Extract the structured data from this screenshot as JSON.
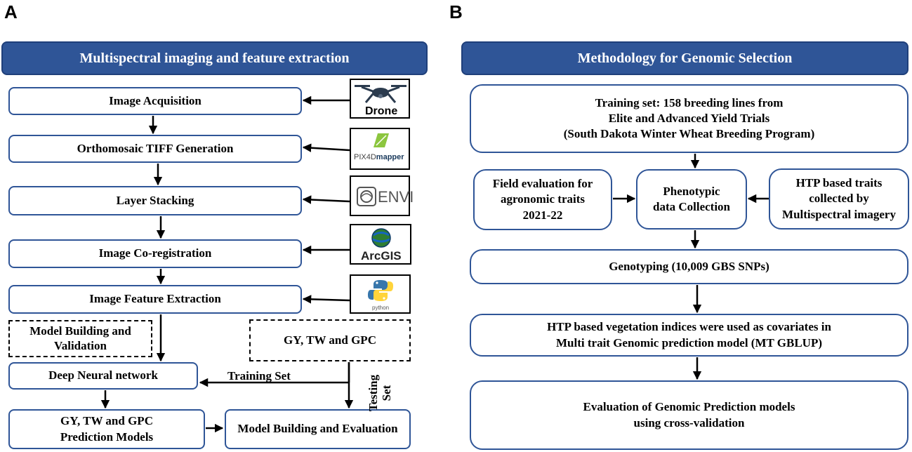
{
  "panel_a": {
    "letter": "A",
    "header": "Multispectral imaging and feature extraction",
    "steps": [
      "Image Acquisition",
      "Orthomosaic TIFF Generation",
      "Layer Stacking",
      "Image Co-registration",
      "Image Feature Extraction"
    ],
    "logos": {
      "drone": "Drone",
      "pix4d_prefix": "PIX4D",
      "pix4d_suffix": "mapper",
      "envi": "ENVI",
      "arcgis": "ArcGIS",
      "python": "python"
    },
    "model_building_validation": "Model Building and\nValidation",
    "gy_tw_gpc": "GY, TW and GPC",
    "deep_neural_network": "Deep Neural network",
    "training_set": "Training Set",
    "testing_set": "Testing\nSet",
    "prediction_models": "GY, TW and GPC\nPrediction Models",
    "model_building_evaluation": "Model Building and Evaluation"
  },
  "panel_b": {
    "letter": "B",
    "header": "Methodology for Genomic Selection",
    "training_set": "Training set: 158 breeding lines from\nElite and Advanced Yield Trials\n(South Dakota Winter Wheat Breeding Program)",
    "field_evaluation": "Field evaluation for\nagronomic traits\n2021-22",
    "phenotypic": "Phenotypic\ndata Collection",
    "htp_traits": "HTP based traits\ncollected by\nMultispectral imagery",
    "genotyping": "Genotyping (10,009 GBS SNPs)",
    "htp_indices": "HTP based vegetation indices were used as covariates in\nMulti trait Genomic prediction model (MT GBLUP)",
    "evaluation": "Evaluation of Genomic Prediction models\nusing cross-validation"
  },
  "colors": {
    "header_fill": "#2f5597",
    "box_border": "#2f5597",
    "arrow": "#000000"
  }
}
